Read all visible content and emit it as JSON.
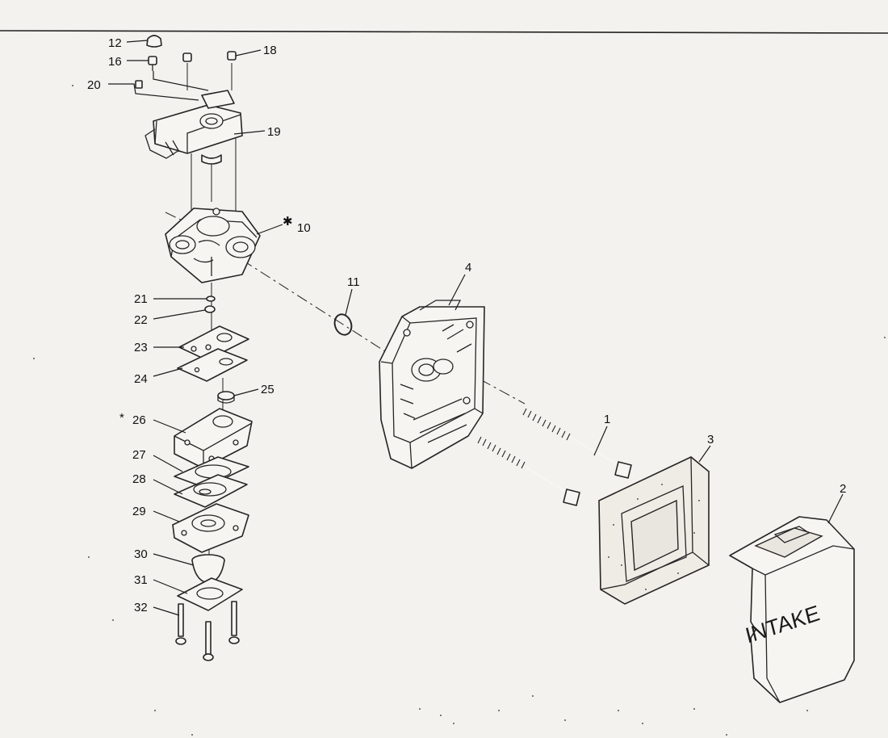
{
  "labels": {
    "p1": "1",
    "p2": "2",
    "p3": "3",
    "p4": "4",
    "p10": "10",
    "p11": "11",
    "p12": "12",
    "p16": "16",
    "p18": "18",
    "p19": "19",
    "p20": "20",
    "p21": "21",
    "p22": "22",
    "p23": "23",
    "p24": "24",
    "p25": "25",
    "p26": "26",
    "p27": "27",
    "p28": "28",
    "p29": "29",
    "p30": "30",
    "p31": "31",
    "p32": "32"
  },
  "marks": {
    "asterisk": "*",
    "circled_asterisk": "✱"
  },
  "cover_text": "INTAKE",
  "colors": {
    "ink": "#262626",
    "paper": "#f4f2ee"
  }
}
